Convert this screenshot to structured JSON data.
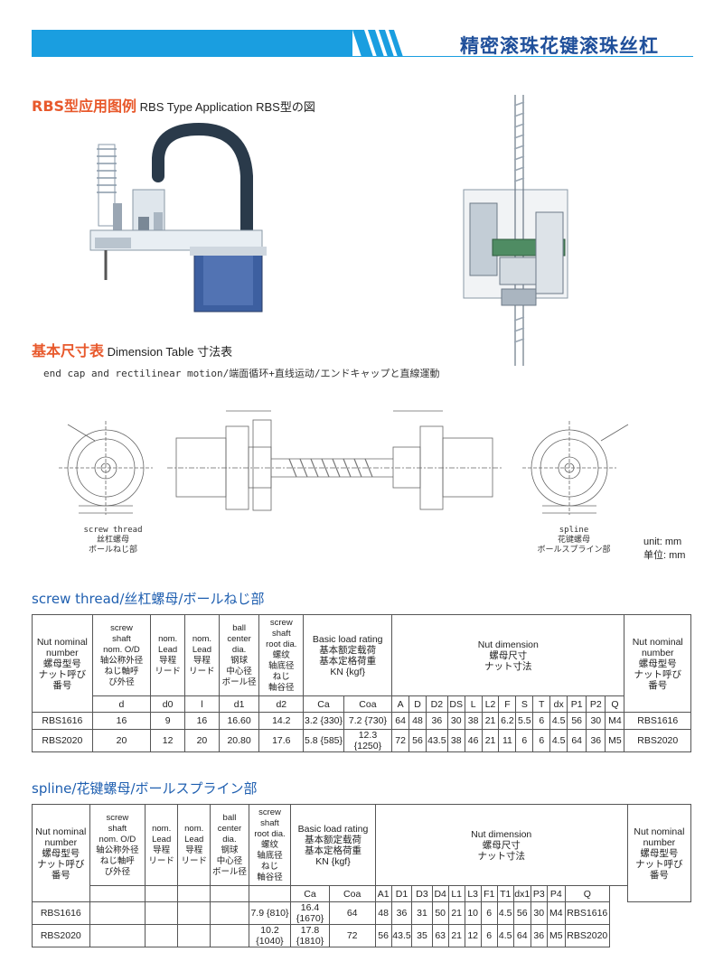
{
  "header": {
    "title": "精密滚珠花键滚珠丝杠"
  },
  "application": {
    "cn": "RBS型应用图例",
    "en": "RBS Type Application",
    "jp": "RBS型の図"
  },
  "dimension": {
    "cn": "基本尺寸表",
    "en": "Dimension Table",
    "jp": "寸法表"
  },
  "motion_text": "end cap and rectilinear motion/端面循环+直线运动/エンドキャップと直線運動",
  "drawing": {
    "left_caption": [
      "screw thread",
      "丝杠螺母",
      "ボールねじ部"
    ],
    "right_caption": [
      "spline",
      "花键螺母",
      "ボールスプライン部"
    ],
    "unit": [
      "unit: mm",
      "单位: mm"
    ]
  },
  "screw_table": {
    "title": "screw thread/丝杠螺母/ボールねじ部",
    "head": {
      "nut": [
        "Nut nominal",
        "number",
        "螺母型号",
        "ナット呼び",
        "番号"
      ],
      "shaft": [
        "screw",
        "shaft",
        "nom. O/D",
        "轴公称外径",
        "ねじ軸呼",
        "び外径"
      ],
      "lead1": [
        "nom.",
        "Lead",
        "导程",
        "リード"
      ],
      "lead2": [
        "nom.",
        "Lead",
        "导程",
        "リード"
      ],
      "ball": [
        "ball",
        "center",
        "dia.",
        "钢球",
        "中心径",
        "ボール径"
      ],
      "root": [
        "screw shaft",
        "root dia.",
        "螺纹",
        "轴底径",
        "ねじ",
        "軸谷径"
      ],
      "load": [
        "Basic load rating",
        "基本额定载荷",
        "基本定格荷重",
        "KN {kgf}"
      ],
      "dim": [
        "Nut dimension",
        "螺母尺寸",
        "ナット寸法"
      ],
      "nut_r": [
        "Nut nominal",
        "number",
        "螺母型号",
        "ナット呼び",
        "番号"
      ]
    },
    "sub": [
      "d",
      "d0",
      "l",
      "d1",
      "d2",
      "Ca",
      "Coa",
      "A",
      "D",
      "D2",
      "DS",
      "L",
      "L2",
      "F",
      "S",
      "T",
      "dx",
      "P1",
      "P2",
      "Q"
    ],
    "rows": [
      [
        "RBS1616",
        "16",
        "9",
        "16",
        "16.60",
        "14.2",
        "3.2 {330}",
        "7.2 {730}",
        "64",
        "48",
        "36",
        "30",
        "38",
        "21",
        "6.2",
        "5.5",
        "6",
        "4.5",
        "56",
        "30",
        "M4",
        "RBS1616"
      ],
      [
        "RBS2020",
        "20",
        "12",
        "20",
        "20.80",
        "17.6",
        "5.8 {585}",
        "12.3 {1250}",
        "72",
        "56",
        "43.5",
        "38",
        "46",
        "21",
        "11",
        "6",
        "6",
        "4.5",
        "64",
        "36",
        "M5",
        "RBS2020"
      ]
    ]
  },
  "spline_table": {
    "title": "spline/花键螺母/ボールスプライン部",
    "head": {
      "nut": [
        "Nut nominal",
        "number",
        "螺母型号",
        "ナット呼び",
        "番号"
      ],
      "shaft": [
        "screw",
        "shaft",
        "nom. O/D",
        "轴公称外径",
        "ねじ軸呼",
        "び外径"
      ],
      "lead1": [
        "nom.",
        "Lead",
        "导程",
        "リード"
      ],
      "lead2": [
        "nom.",
        "Lead",
        "导程",
        "リード"
      ],
      "ball": [
        "ball",
        "center",
        "dia.",
        "钢球",
        "中心径",
        "ボール径"
      ],
      "root": [
        "screw shaft",
        "root dia.",
        "螺纹",
        "轴底径",
        "ねじ",
        "軸谷径"
      ],
      "load": [
        "Basic load rating",
        "基本额定载荷",
        "基本定格荷重",
        "KN {kgf}"
      ],
      "dim": [
        "Nut dimension",
        "螺母尺寸",
        "ナット寸法"
      ],
      "nut_r": [
        "Nut nominal",
        "number",
        "螺母型号",
        "ナット呼び",
        "番号"
      ]
    },
    "sub": [
      "",
      "",
      "",
      "",
      "",
      "Ca",
      "Coa",
      "A1",
      "D1",
      "D3",
      "D4",
      "L1",
      "L3",
      "F1",
      "T1",
      "dx1",
      "P3",
      "P4",
      "Q"
    ],
    "rows": [
      [
        "RBS1616",
        "",
        "",
        "",
        "",
        "",
        "7.9 {810}",
        "16.4 {1670}",
        "64",
        "48",
        "36",
        "31",
        "50",
        "21",
        "10",
        "6",
        "4.5",
        "56",
        "30",
        "M4",
        "RBS1616"
      ],
      [
        "RBS2020",
        "",
        "",
        "",
        "",
        "",
        "10.2 {1040}",
        "17.8 {1810}",
        "72",
        "56",
        "43.5",
        "35",
        "63",
        "21",
        "12",
        "6",
        "4.5",
        "64",
        "36",
        "M5",
        "RBS2020"
      ]
    ]
  }
}
